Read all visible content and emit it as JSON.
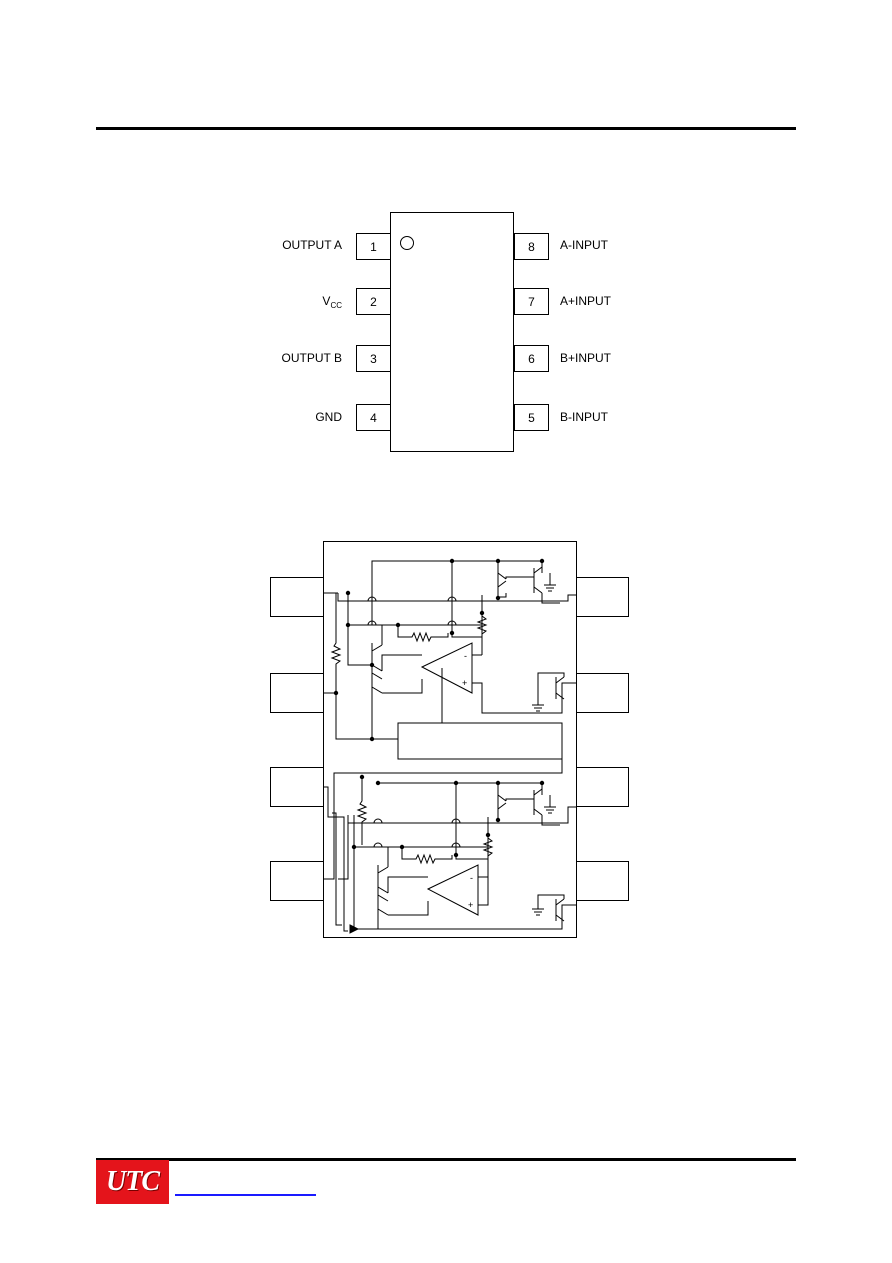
{
  "pinout": {
    "left_pins": [
      {
        "number": "1",
        "label": "OUTPUT A"
      },
      {
        "number": "2",
        "label_main": "V",
        "label_sub": "CC"
      },
      {
        "number": "3",
        "label": "OUTPUT B"
      },
      {
        "number": "4",
        "label": "GND"
      }
    ],
    "right_pins": [
      {
        "number": "8",
        "label": "A-INPUT"
      },
      {
        "number": "7",
        "label": "A+INPUT"
      },
      {
        "number": "6",
        "label": "B+INPUT"
      },
      {
        "number": "5",
        "label": "B-INPUT"
      }
    ]
  },
  "schematic": {
    "opamp_a": {
      "minus": "-",
      "plus": "+"
    },
    "opamp_b": {
      "minus": "-",
      "plus": "+"
    }
  },
  "footer": {
    "logo_text": "UTC",
    "logo_color": "#e4141b",
    "link_color": "#1a1aff"
  }
}
